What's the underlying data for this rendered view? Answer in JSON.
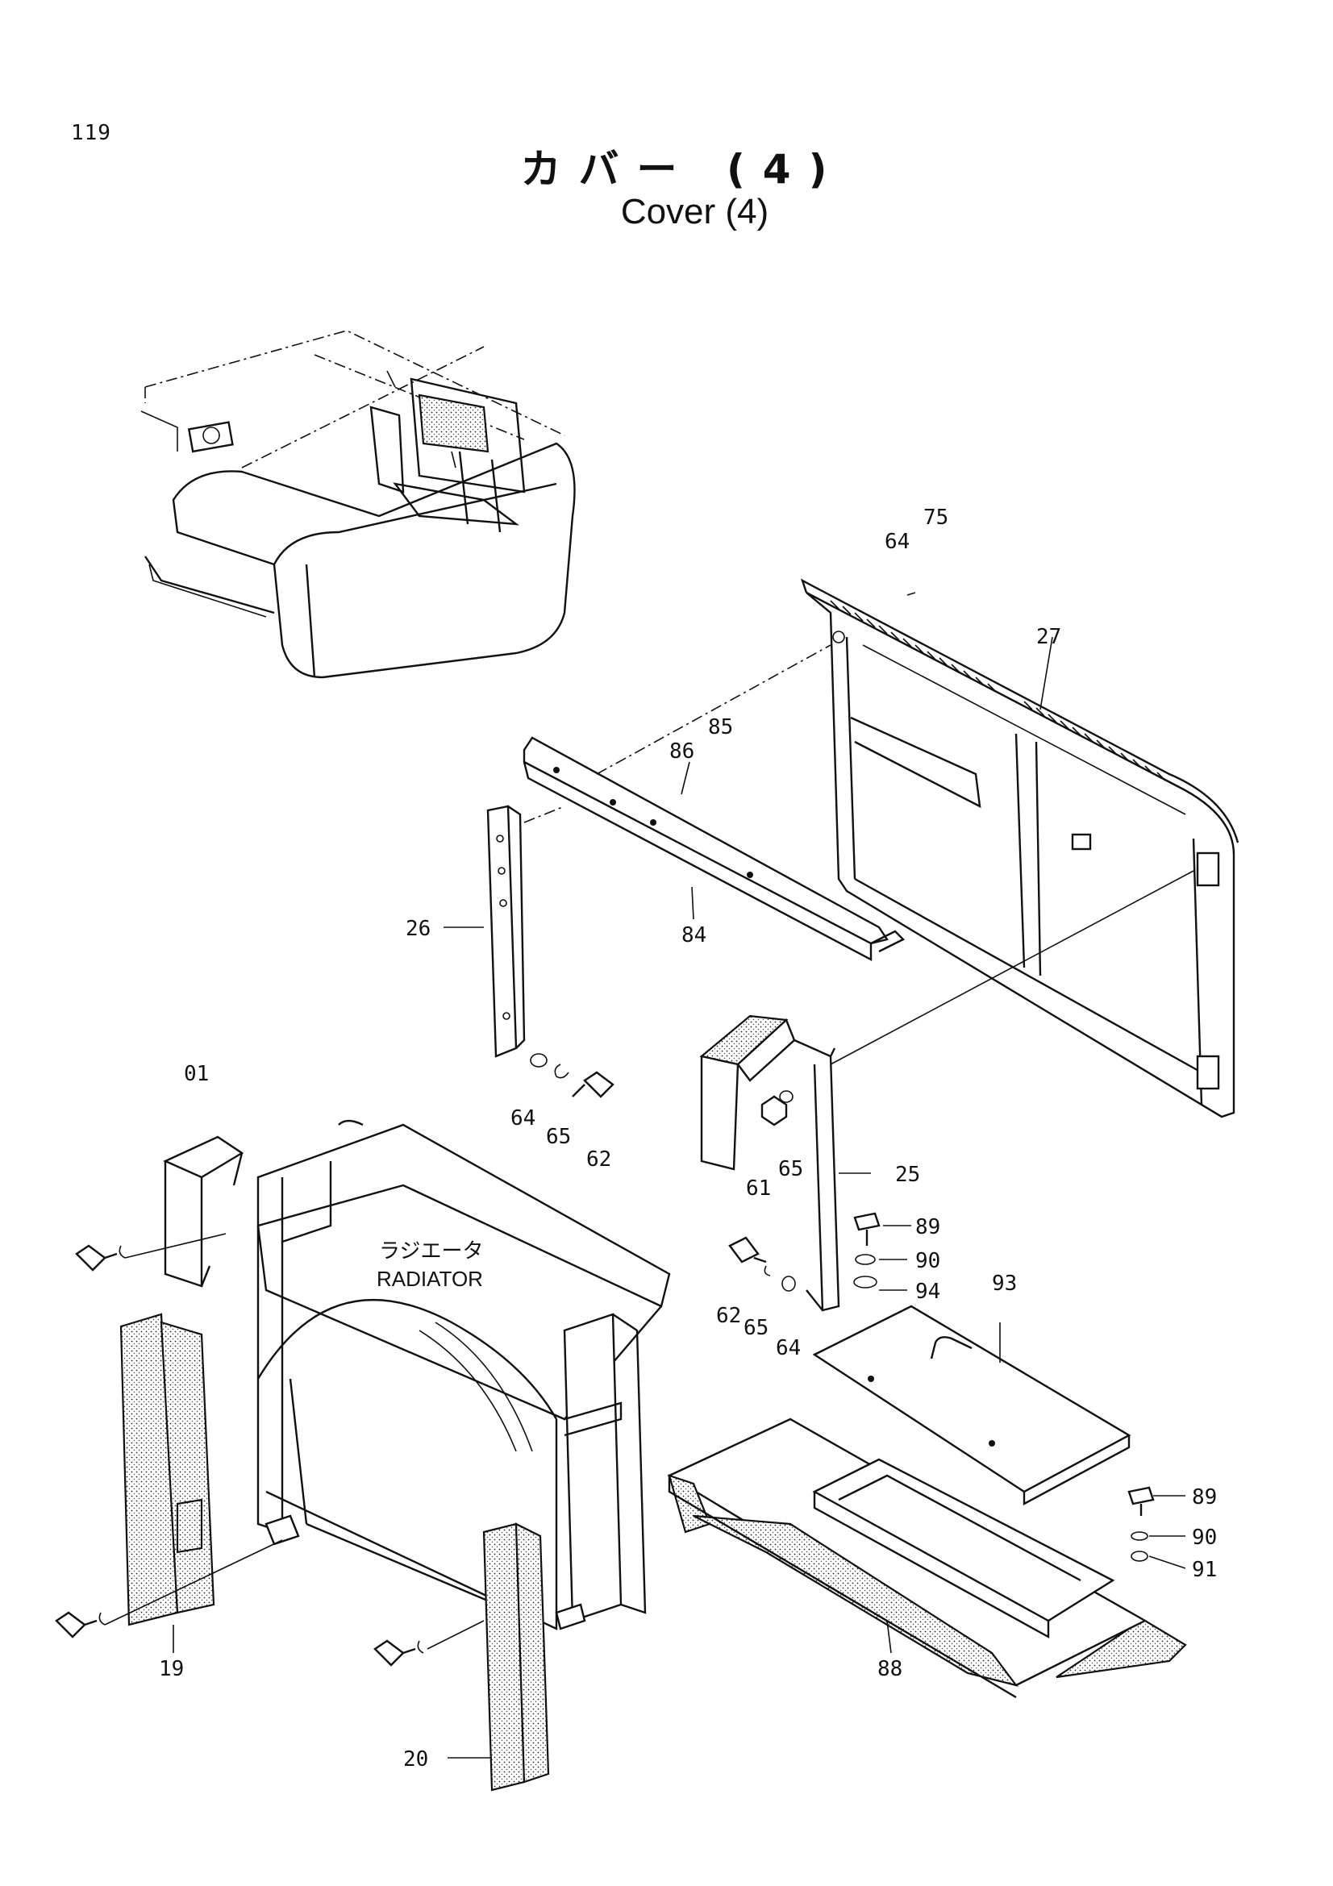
{
  "header": {
    "page_number": "119",
    "title_jp": "カバー (4)",
    "title_en": "Cover (4)"
  },
  "labels": {
    "radiator_jp": "ラジエータ",
    "radiator_en": "RADIATOR"
  },
  "callouts": {
    "c64_top": "64",
    "c75": "75",
    "c27": "27",
    "c86": "86",
    "c85": "85",
    "c26": "26",
    "c84": "84",
    "c64_left": "64",
    "c65_left": "65",
    "c62_left": "62",
    "c01": "01",
    "c61": "61",
    "c65_mid": "65",
    "c25": "25",
    "c89_top": "89",
    "c90_top": "90",
    "c94": "94",
    "c93": "93",
    "c62_mid": "62",
    "c65_low": "65",
    "c64_low": "64",
    "c19": "19",
    "c20": "20",
    "c88": "88",
    "c89_bot": "89",
    "c90_bot": "90",
    "c91": "91"
  }
}
